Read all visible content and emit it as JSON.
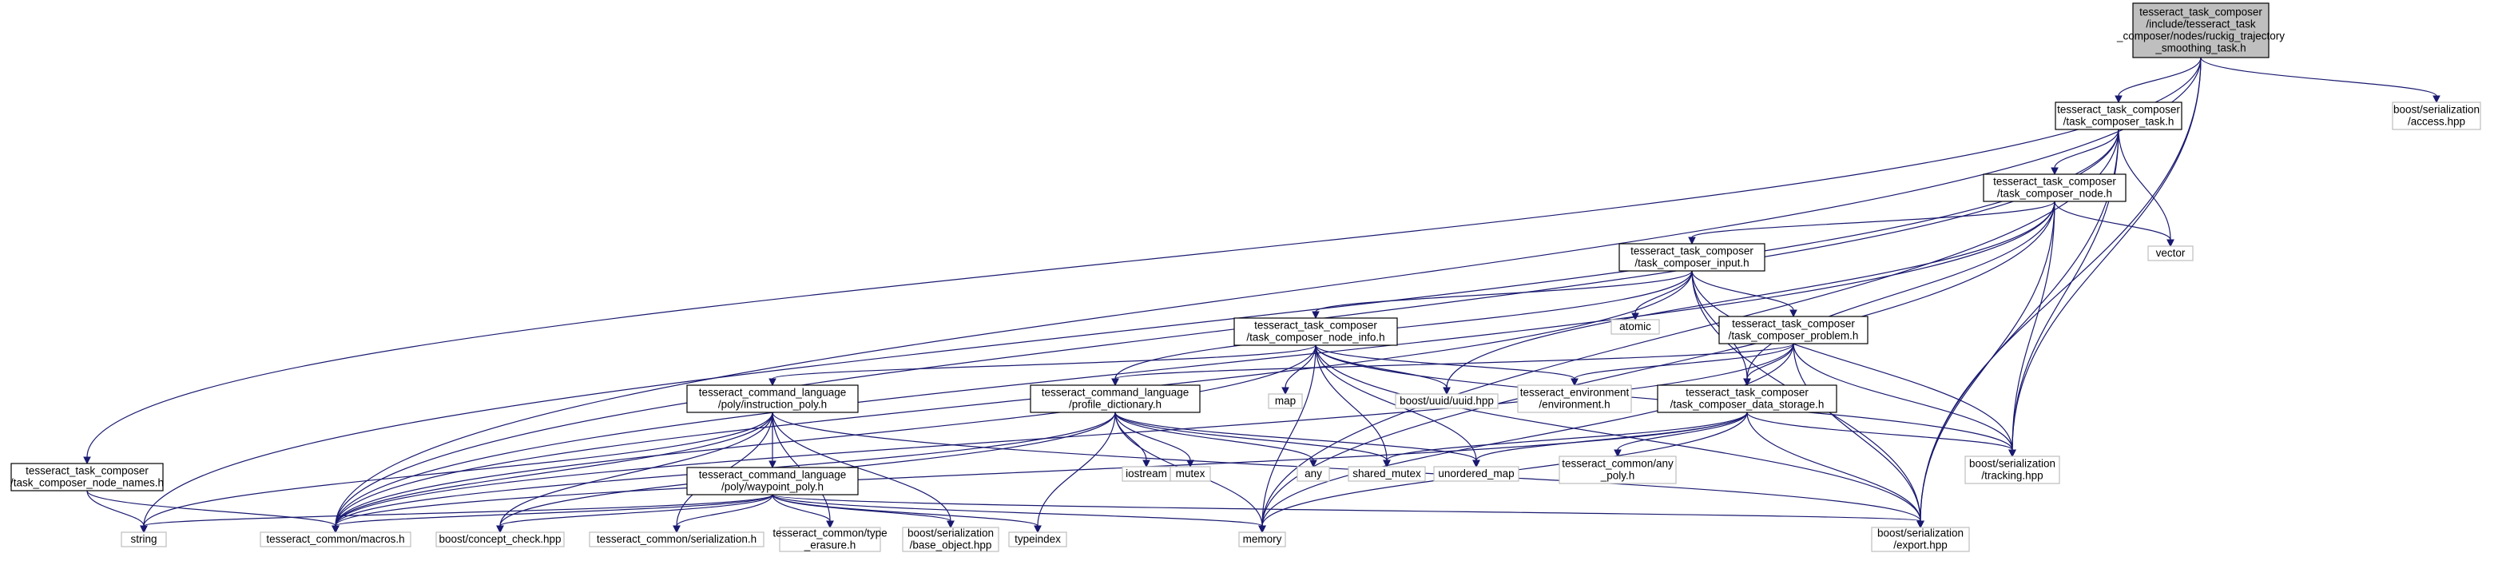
{
  "diagram": {
    "edge_color": "#191970",
    "node_colors": {
      "root_fill": "#bfbfbf",
      "documented_border": "#000000",
      "external_border": "#bfbfbf"
    },
    "nodes": [
      {
        "id": "root",
        "kind": "root",
        "lines": [
          "tesseract_task_composer",
          "/include/tesseract_task",
          "_composer/nodes/ruckig_trajectory",
          "_smoothing_task.h"
        ]
      },
      {
        "id": "task",
        "kind": "doc",
        "lines": [
          "tesseract_task_composer",
          "/task_composer_task.h"
        ]
      },
      {
        "id": "access",
        "kind": "ext",
        "lines": [
          "boost/serialization",
          "/access.hpp"
        ]
      },
      {
        "id": "names",
        "kind": "doc",
        "lines": [
          "tesseract_task_composer",
          "/task_composer_node_names.h"
        ]
      },
      {
        "id": "node",
        "kind": "doc",
        "lines": [
          "tesseract_task_composer",
          "/task_composer_node.h"
        ]
      },
      {
        "id": "vector",
        "kind": "ext",
        "lines": [
          "vector"
        ]
      },
      {
        "id": "input",
        "kind": "doc",
        "lines": [
          "tesseract_task_composer",
          "/task_composer_input.h"
        ]
      },
      {
        "id": "atomic",
        "kind": "ext",
        "lines": [
          "atomic"
        ]
      },
      {
        "id": "nodeinfo",
        "kind": "doc",
        "lines": [
          "tesseract_task_composer",
          "/task_composer_node_info.h"
        ]
      },
      {
        "id": "problem",
        "kind": "doc",
        "lines": [
          "tesseract_task_composer",
          "/task_composer_problem.h"
        ]
      },
      {
        "id": "instr",
        "kind": "doc",
        "lines": [
          "tesseract_command_language",
          "/poly/instruction_poly.h"
        ]
      },
      {
        "id": "profile",
        "kind": "doc",
        "lines": [
          "tesseract_command_language",
          "/profile_dictionary.h"
        ]
      },
      {
        "id": "map",
        "kind": "ext",
        "lines": [
          "map"
        ]
      },
      {
        "id": "uuid",
        "kind": "ext",
        "lines": [
          "boost/uuid/uuid.hpp"
        ]
      },
      {
        "id": "env",
        "kind": "ext",
        "lines": [
          "tesseract_environment",
          "/environment.h"
        ]
      },
      {
        "id": "storage",
        "kind": "doc",
        "lines": [
          "tesseract_task_composer",
          "/task_composer_data_storage.h"
        ]
      },
      {
        "id": "tracking",
        "kind": "ext",
        "lines": [
          "boost/serialization",
          "/tracking.hpp"
        ]
      },
      {
        "id": "iostream",
        "kind": "ext",
        "lines": [
          "iostream"
        ]
      },
      {
        "id": "mutex",
        "kind": "ext",
        "lines": [
          "mutex"
        ]
      },
      {
        "id": "any",
        "kind": "ext",
        "lines": [
          "any"
        ]
      },
      {
        "id": "shmutex",
        "kind": "ext",
        "lines": [
          "shared_mutex"
        ]
      },
      {
        "id": "umap",
        "kind": "ext",
        "lines": [
          "unordered_map"
        ]
      },
      {
        "id": "anypoly",
        "kind": "ext",
        "lines": [
          "tesseract_common/any",
          "_poly.h"
        ]
      },
      {
        "id": "waypoint",
        "kind": "doc",
        "lines": [
          "tesseract_command_language",
          "/poly/waypoint_poly.h"
        ]
      },
      {
        "id": "string",
        "kind": "ext",
        "lines": [
          "string"
        ]
      },
      {
        "id": "macros",
        "kind": "ext",
        "lines": [
          "tesseract_common/macros.h"
        ]
      },
      {
        "id": "concept",
        "kind": "ext",
        "lines": [
          "boost/concept_check.hpp"
        ]
      },
      {
        "id": "serial",
        "kind": "ext",
        "lines": [
          "tesseract_common/serialization.h"
        ]
      },
      {
        "id": "typeerase",
        "kind": "ext",
        "lines": [
          "tesseract_common/type",
          "_erasure.h"
        ]
      },
      {
        "id": "baseobj",
        "kind": "ext",
        "lines": [
          "boost/serialization",
          "/base_object.hpp"
        ]
      },
      {
        "id": "typeindex",
        "kind": "ext",
        "lines": [
          "typeindex"
        ]
      },
      {
        "id": "memory",
        "kind": "ext",
        "lines": [
          "memory"
        ]
      },
      {
        "id": "export",
        "kind": "ext",
        "lines": [
          "boost/serialization",
          "/export.hpp"
        ]
      }
    ],
    "edges": [
      [
        "root",
        "task"
      ],
      [
        "root",
        "access"
      ],
      [
        "root",
        "names"
      ],
      [
        "root",
        "macros"
      ],
      [
        "root",
        "tracking"
      ],
      [
        "root",
        "export"
      ],
      [
        "task",
        "node"
      ],
      [
        "task",
        "vector"
      ],
      [
        "task",
        "tracking"
      ],
      [
        "task",
        "export"
      ],
      [
        "task",
        "string"
      ],
      [
        "task",
        "macros"
      ],
      [
        "task",
        "memory"
      ],
      [
        "names",
        "string"
      ],
      [
        "names",
        "macros"
      ],
      [
        "node",
        "input"
      ],
      [
        "node",
        "storage"
      ],
      [
        "node",
        "vector"
      ],
      [
        "node",
        "tracking"
      ],
      [
        "node",
        "export"
      ],
      [
        "node",
        "memory"
      ],
      [
        "node",
        "uuid"
      ],
      [
        "node",
        "macros"
      ],
      [
        "input",
        "nodeinfo"
      ],
      [
        "input",
        "problem"
      ],
      [
        "input",
        "atomic"
      ],
      [
        "input",
        "storage"
      ],
      [
        "input",
        "profile"
      ],
      [
        "input",
        "tracking"
      ],
      [
        "input",
        "export"
      ],
      [
        "input",
        "macros"
      ],
      [
        "nodeinfo",
        "instr"
      ],
      [
        "nodeinfo",
        "map"
      ],
      [
        "nodeinfo",
        "uuid"
      ],
      [
        "nodeinfo",
        "env"
      ],
      [
        "nodeinfo",
        "shmutex"
      ],
      [
        "nodeinfo",
        "memory"
      ],
      [
        "nodeinfo",
        "tracking"
      ],
      [
        "nodeinfo",
        "export"
      ],
      [
        "nodeinfo",
        "macros"
      ],
      [
        "nodeinfo",
        "umap"
      ],
      [
        "problem",
        "profile"
      ],
      [
        "problem",
        "env"
      ],
      [
        "problem",
        "storage"
      ],
      [
        "problem",
        "tracking"
      ],
      [
        "problem",
        "export"
      ],
      [
        "problem",
        "memory"
      ],
      [
        "problem",
        "macros"
      ],
      [
        "instr",
        "waypoint"
      ],
      [
        "instr",
        "string"
      ],
      [
        "instr",
        "macros"
      ],
      [
        "instr",
        "concept"
      ],
      [
        "instr",
        "serial"
      ],
      [
        "instr",
        "typeerase"
      ],
      [
        "instr",
        "baseobj"
      ],
      [
        "instr",
        "export"
      ],
      [
        "profile",
        "iostream"
      ],
      [
        "profile",
        "mutex"
      ],
      [
        "profile",
        "any"
      ],
      [
        "profile",
        "shmutex"
      ],
      [
        "profile",
        "umap"
      ],
      [
        "profile",
        "memory"
      ],
      [
        "profile",
        "typeindex"
      ],
      [
        "profile",
        "macros"
      ],
      [
        "profile",
        "concept"
      ],
      [
        "storage",
        "anypoly"
      ],
      [
        "storage",
        "shmutex"
      ],
      [
        "storage",
        "umap"
      ],
      [
        "storage",
        "tracking"
      ],
      [
        "storage",
        "export"
      ],
      [
        "storage",
        "memory"
      ],
      [
        "storage",
        "macros"
      ],
      [
        "waypoint",
        "string"
      ],
      [
        "waypoint",
        "macros"
      ],
      [
        "waypoint",
        "concept"
      ],
      [
        "waypoint",
        "serial"
      ],
      [
        "waypoint",
        "typeerase"
      ],
      [
        "waypoint",
        "baseobj"
      ],
      [
        "waypoint",
        "typeindex"
      ],
      [
        "waypoint",
        "memory"
      ],
      [
        "waypoint",
        "export"
      ]
    ]
  }
}
